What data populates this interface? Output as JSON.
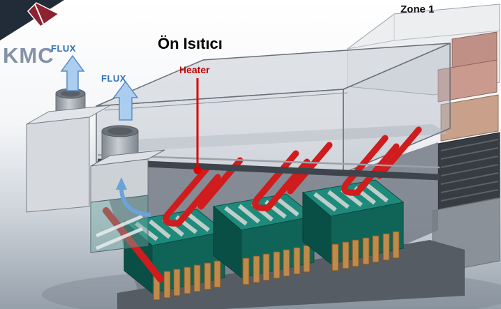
{
  "diagram": {
    "zone_label": "Zone 1",
    "preheater_title": "Ön Isıtıcı",
    "heater_label": "Heater",
    "flux_labels": [
      "FLUX",
      "FLUX"
    ],
    "logo_text": "KMC"
  },
  "colors": {
    "heater_annotation_red": "#e00000",
    "heater_tube_red": "#d01c1c",
    "flux_label_blue": "#2f6fb8",
    "flux_arrow_blue": "#aacdf0",
    "preheater_teal": "#1e8a7c",
    "preheater_teal_dark": "#0f6457",
    "fin_orange": "#c08a4a",
    "logo_maroon": "#8d2230",
    "machinery_pink": "#cb9a8f",
    "title_black": "#000000"
  }
}
